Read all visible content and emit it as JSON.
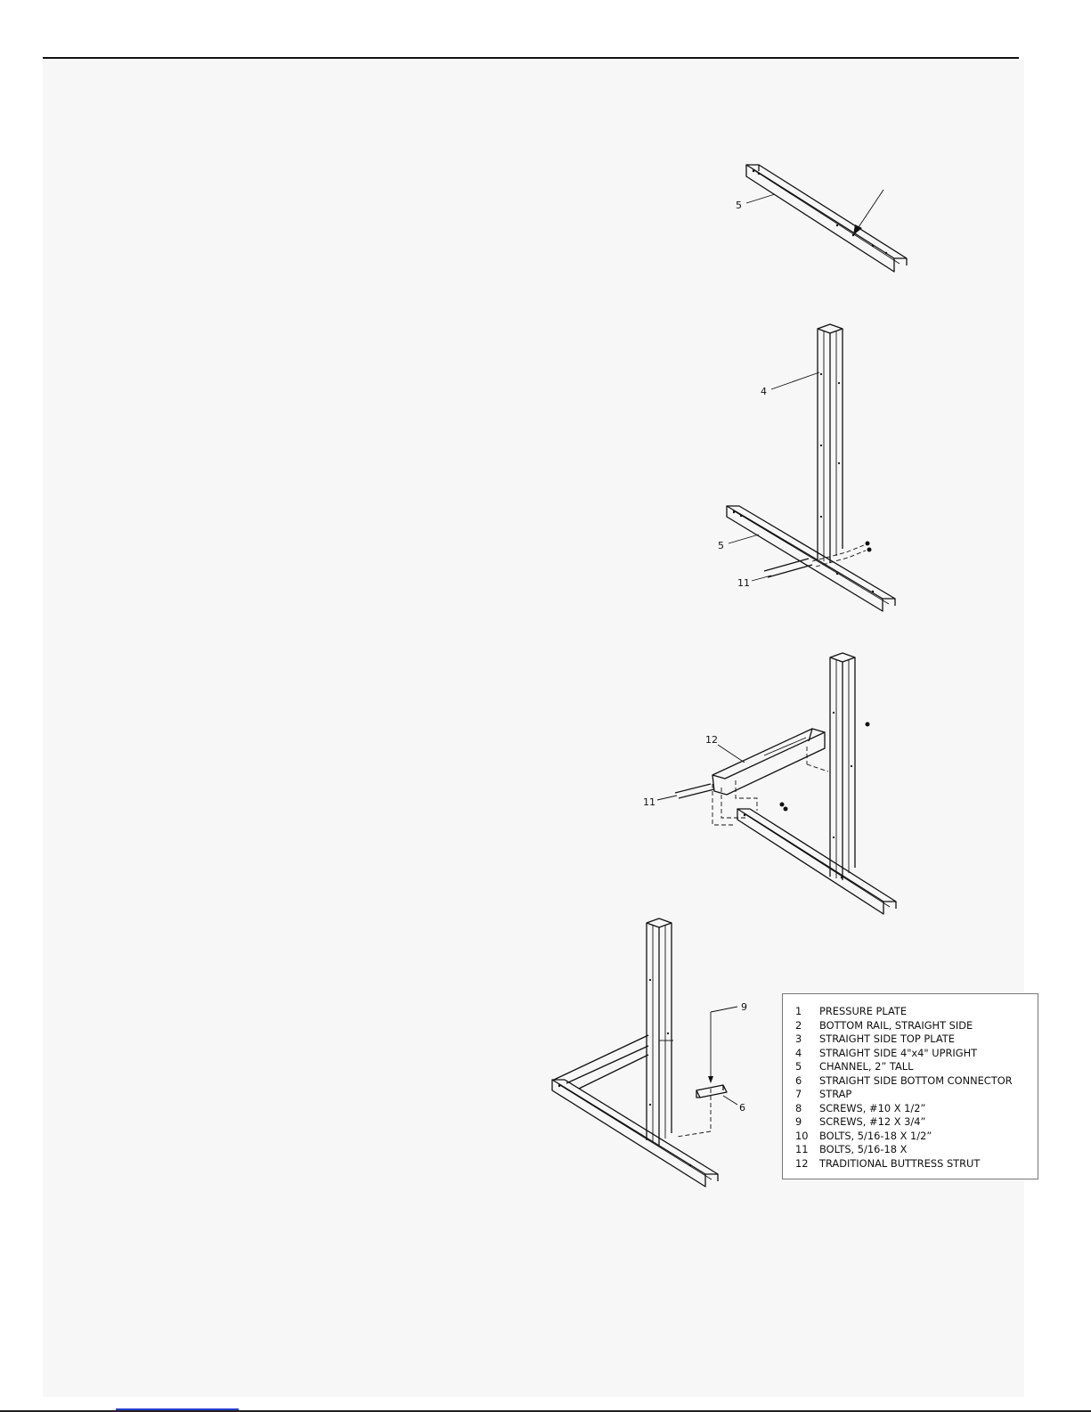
{
  "callouts": {
    "fig1_channel": "5",
    "fig2_upright": "4",
    "fig2_channel": "5",
    "fig2_bolts": "11",
    "fig3_strut": "12",
    "fig3_bolts": "11",
    "fig4_screws": "9",
    "fig4_connector": "6"
  },
  "legend": {
    "items": [
      {
        "num": "1",
        "label": "PRESSURE PLATE"
      },
      {
        "num": "2",
        "label": "BOTTOM RAIL, STRAIGHT SIDE"
      },
      {
        "num": "3",
        "label": "STRAIGHT SIDE TOP PLATE"
      },
      {
        "num": "4",
        "label": "STRAIGHT SIDE 4\"x4\" UPRIGHT"
      },
      {
        "num": "5",
        "label": "CHANNEL, 2” TALL"
      },
      {
        "num": "6",
        "label": "STRAIGHT SIDE BOTTOM CONNECTOR"
      },
      {
        "num": "7",
        "label": "STRAP"
      },
      {
        "num": "8",
        "label": "SCREWS, #10 X 1/2”"
      },
      {
        "num": "9",
        "label": "SCREWS, #12 X 3/4”"
      },
      {
        "num": "10",
        "label": "BOLTS, 5/16-18 X 1/2”"
      },
      {
        "num": "11",
        "label": "BOLTS, 5/16-18 X"
      },
      {
        "num": "12",
        "label": "TRADITIONAL BUTTRESS STRUT"
      }
    ]
  }
}
